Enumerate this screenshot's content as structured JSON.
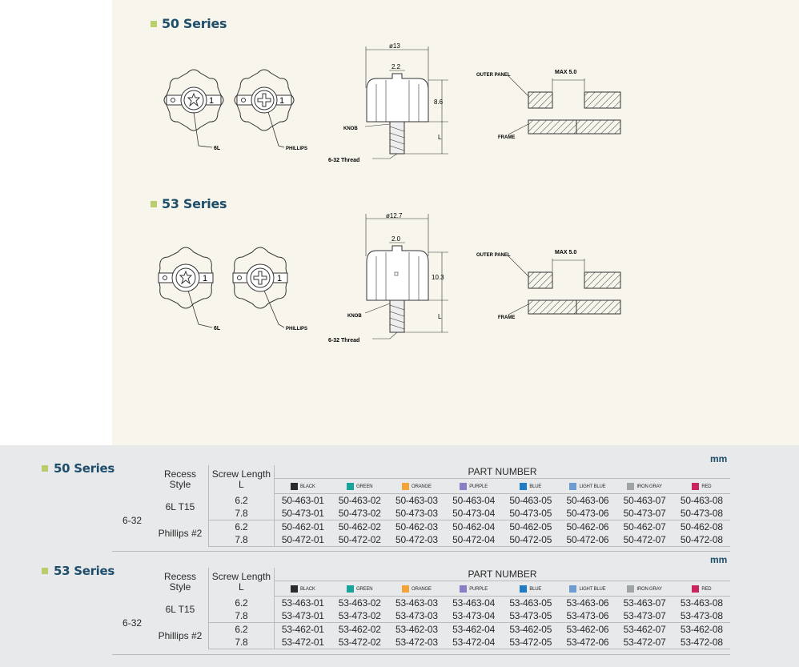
{
  "figures": [
    {
      "series_title": "50 Series",
      "diameter_label": "ø13",
      "slot_label": "2.2",
      "height_label": "8.6",
      "length_label": "L",
      "knob_label": "KNOB",
      "thread_label": "6-32 Thread",
      "recess_6l_label": "6L",
      "recess_phillips_label": "PHILLIPS",
      "outer_panel_label": "OUTER PANEL",
      "max_label": "MAX 5.0",
      "frame_label": "FRAME",
      "knob_mark": "1"
    },
    {
      "series_title": "53 Series",
      "diameter_label": "ø12.7",
      "slot_label": "2.0",
      "height_label": "10.3",
      "length_label": "L",
      "knob_label": "KNOB",
      "thread_label": "6-32 Thread",
      "recess_6l_label": "6L",
      "recess_phillips_label": "PHILLIPS",
      "outer_panel_label": "OUTER PANEL",
      "max_label": "MAX 5.0",
      "frame_label": "FRAME",
      "knob_mark": "1"
    }
  ],
  "colors": [
    {
      "name": "BLACK",
      "hex": "#2b2b2b"
    },
    {
      "name": "GREEN",
      "hex": "#1aa39a"
    },
    {
      "name": "ORANGE",
      "hex": "#f2a43a"
    },
    {
      "name": "PURPLE",
      "hex": "#8a7fc7"
    },
    {
      "name": "BLUE",
      "hex": "#1f7cc4"
    },
    {
      "name": "LIGHT BLUE",
      "hex": "#6f9bd3"
    },
    {
      "name": "IRON GRAY",
      "hex": "#9fa5a3"
    },
    {
      "name": "RED",
      "hex": "#c8245e"
    }
  ],
  "tables": [
    {
      "title": "50 Series",
      "unit": "mm",
      "col_recess": "Recess Style",
      "col_length": "Screw Length L",
      "col_part": "PART NUMBER",
      "thread": "6-32",
      "groups": [
        {
          "recess": "6L T15",
          "rows": [
            {
              "length": "6.2",
              "parts": [
                "50-463-01",
                "50-463-02",
                "50-463-03",
                "50-463-04",
                "50-463-05",
                "50-463-06",
                "50-463-07",
                "50-463-08"
              ]
            },
            {
              "length": "7.8",
              "parts": [
                "50-473-01",
                "50-473-02",
                "50-473-03",
                "50-473-04",
                "50-473-05",
                "50-473-06",
                "50-473-07",
                "50-473-08"
              ]
            }
          ]
        },
        {
          "recess": "Phillips #2",
          "rows": [
            {
              "length": "6.2",
              "parts": [
                "50-462-01",
                "50-462-02",
                "50-462-03",
                "50-462-04",
                "50-462-05",
                "50-462-06",
                "50-462-07",
                "50-462-08"
              ]
            },
            {
              "length": "7.8",
              "parts": [
                "50-472-01",
                "50-472-02",
                "50-472-03",
                "50-472-04",
                "50-472-05",
                "50-472-06",
                "50-472-07",
                "50-472-08"
              ]
            }
          ]
        }
      ]
    },
    {
      "title": "53 Series",
      "unit": "mm",
      "col_recess": "Recess Style",
      "col_length": "Screw Length L",
      "col_part": "PART NUMBER",
      "thread": "6-32",
      "groups": [
        {
          "recess": "6L T15",
          "rows": [
            {
              "length": "6.2",
              "parts": [
                "53-463-01",
                "53-463-02",
                "53-463-03",
                "53-463-04",
                "53-463-05",
                "53-463-06",
                "53-463-07",
                "53-463-08"
              ]
            },
            {
              "length": "7.8",
              "parts": [
                "53-473-01",
                "53-473-02",
                "53-473-03",
                "53-473-04",
                "53-473-05",
                "53-473-06",
                "53-473-07",
                "53-473-08"
              ]
            }
          ]
        },
        {
          "recess": "Phillips #2",
          "rows": [
            {
              "length": "6.2",
              "parts": [
                "53-462-01",
                "53-462-02",
                "53-462-03",
                "53-462-04",
                "53-462-05",
                "53-462-06",
                "53-462-07",
                "53-462-08"
              ]
            },
            {
              "length": "7.8",
              "parts": [
                "53-472-01",
                "53-472-02",
                "53-472-03",
                "53-472-04",
                "53-472-05",
                "53-472-06",
                "53-472-07",
                "53-472-08"
              ]
            }
          ]
        }
      ]
    }
  ]
}
